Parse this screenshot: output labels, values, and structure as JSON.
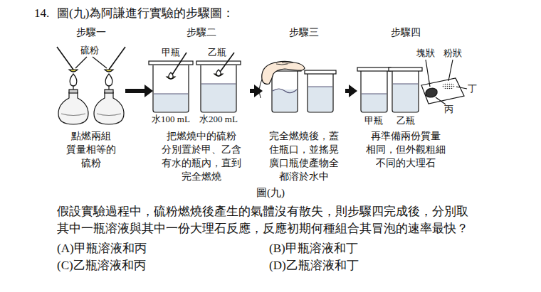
{
  "diagram": {
    "caption": "圖(九)",
    "nodes": [
      {
        "text": [
          "步驟一",
          "點燃兩組 質量相等的 硫粉"
        ]
      },
      {
        "text": [
          "步驟二",
          "把燃燒中的硫粉 分別置於甲、乙含 有水的瓶內，直到 完全燃燒"
        ]
      },
      {
        "text": [
          "步驟三",
          "完全燃燒後，蓋 住瓶口，並搖晃 廣口瓶使產物全 都溶於水中"
        ]
      },
      {
        "text": [
          "步驟四",
          "再準備兩份質量 相同，但外觀粗細 不同的大理石"
        ]
      }
    ],
    "edges": [
      {
        "from": 0,
        "to": 1,
        "arrow": "to"
      },
      {
        "from": 1,
        "to": 2,
        "arrow": "to"
      },
      {
        "from": 2,
        "to": 3,
        "arrow": "to"
      }
    ],
    "labels": [
      "14.",
      "圖(九)為阿謙進行實驗的步驟圖：",
      "硫粉",
      "甲瓶",
      "乙瓶",
      "水100 mL",
      "水200 mL",
      "塊狀",
      "粉狀",
      "丁",
      "丙",
      "甲瓶",
      "乙瓶",
      "假設實驗過程中，硫粉燃燒後產生的氣體沒有散失，則步驟四完成後，分別取 其中一瓶溶液與其中一份大理石反應，反應初期何種組合其冒泡的速率最快？",
      "(A)甲瓶溶液和丙",
      "(B)甲瓶溶液和丁",
      "(C)乙瓶溶液和丙",
      "(D)乙瓶溶液和丁"
    ]
  }
}
